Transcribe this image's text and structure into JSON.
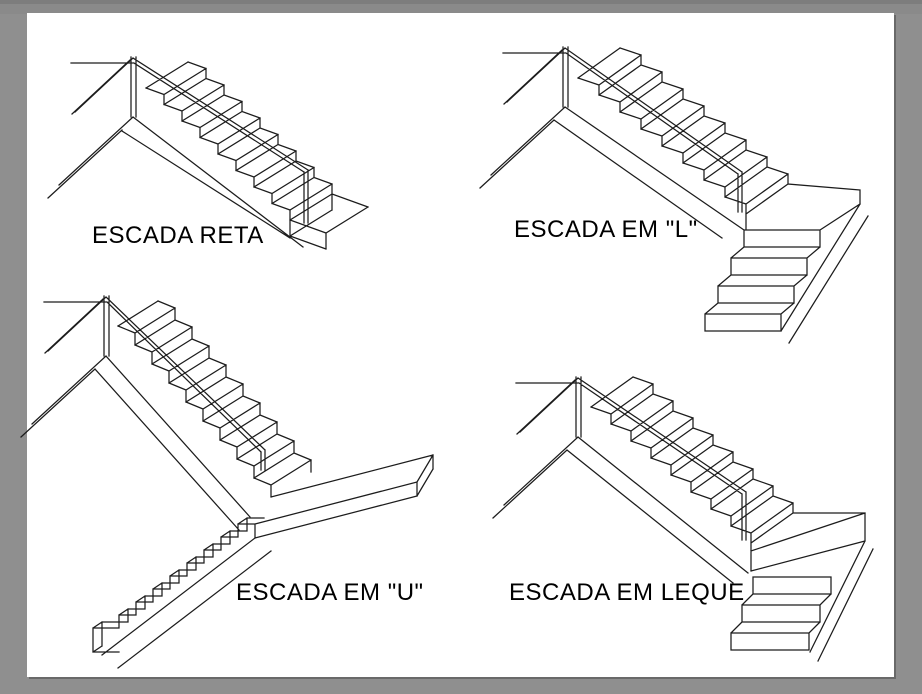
{
  "page": {
    "background_color": "#8f8f8f",
    "top_strip_color": "#8a8a8a",
    "paper_color": "#ffffff",
    "line_color": "#1c1c1c",
    "label_color": "#000000"
  },
  "diagrams": [
    {
      "id": "reta",
      "label": "ESCADA RETA",
      "type": "straight-stair"
    },
    {
      "id": "em_l",
      "label": "ESCADA EM \"L\"",
      "type": "l-shaped-stair"
    },
    {
      "id": "em_u",
      "label": "ESCADA EM \"U\"",
      "type": "u-shaped-stair"
    },
    {
      "id": "leque",
      "label": "ESCADA EM LEQUE",
      "type": "fan-stair"
    }
  ]
}
